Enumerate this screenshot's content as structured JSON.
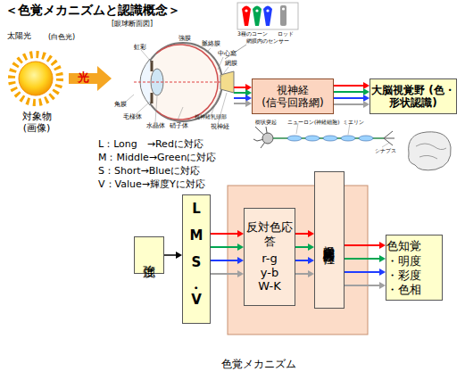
{
  "diagram": {
    "title": "＜色覚メカニズムと認識概念＞",
    "caption": "色覚メカニズム",
    "nodes": [
      {
        "text": [
          "対象物 (画像)"
        ]
      },
      {
        "text": [
          "[眼球断面図]"
        ]
      },
      {
        "text": [
          "視神経 (信号回路網)"
        ]
      },
      {
        "text": [
          "大脳視覚野 (色・形状認識)"
        ]
      },
      {
        "text": [
          "強度"
        ]
      },
      {
        "text": [
          "LMS・V"
        ]
      },
      {
        "text": [
          "反対色応答",
          "r-g",
          "y-b",
          "W-K"
        ]
      },
      {
        "text": [
          "視覚空間周波数特性"
        ]
      },
      {
        "text": [
          "色知覚",
          "・明度",
          "・彩度",
          "・色相"
        ]
      }
    ],
    "edges": [
      {
        "from": 0,
        "to": 1,
        "label": "光",
        "arrow": "to"
      },
      {
        "from": 1,
        "to": 2,
        "arrow": "to"
      },
      {
        "from": 1,
        "to": 2,
        "arrow": "to"
      },
      {
        "from": 1,
        "to": 2,
        "arrow": "to"
      },
      {
        "from": 1,
        "to": 2,
        "arrow": "to"
      },
      {
        "from": 2,
        "to": 3,
        "arrow": "to"
      },
      {
        "from": 2,
        "to": 3,
        "arrow": "to"
      },
      {
        "from": 2,
        "to": 3,
        "arrow": "to"
      },
      {
        "from": 2,
        "to": 3,
        "arrow": "to"
      },
      {
        "from": 4,
        "to": 5,
        "arrow": "to"
      },
      {
        "from": 5,
        "to": 6,
        "arrow": "to"
      },
      {
        "from": 5,
        "to": 6,
        "arrow": "to"
      },
      {
        "from": 5,
        "to": 6,
        "arrow": "to"
      },
      {
        "from": 5,
        "to": 6,
        "arrow": "to"
      },
      {
        "from": 6,
        "to": 7,
        "arrow": "to"
      },
      {
        "from": 6,
        "to": 7,
        "arrow": "to"
      },
      {
        "from": 6,
        "to": 7,
        "arrow": "to"
      },
      {
        "from": 6,
        "to": 7,
        "arrow": "to"
      },
      {
        "from": 7,
        "to": 8,
        "arrow": "to"
      },
      {
        "from": 7,
        "to": 8,
        "arrow": "to"
      },
      {
        "from": 7,
        "to": 8,
        "arrow": "to"
      },
      {
        "from": 7,
        "to": 8,
        "arrow": "to"
      }
    ],
    "labels": [
      "太陽光",
      "(白色光)",
      "3種のコーン",
      "ロッド",
      "網膜内のセンサー",
      "虹彩",
      "強膜",
      "脈絡膜",
      "中心窩",
      "網膜",
      "角膜",
      "毛様体",
      "水晶体",
      "硝子体",
      "視神経乳頭部",
      "視神経",
      "樹状突起",
      "ニューロン(神経細胞)",
      "ミエリン",
      "シナプス",
      "L：Long　→Redに対応",
      "M：Middle→Greenに対応",
      "S：Short→Blueに対応",
      "V：Value→輝度Yに対応"
    ]
  }
}
